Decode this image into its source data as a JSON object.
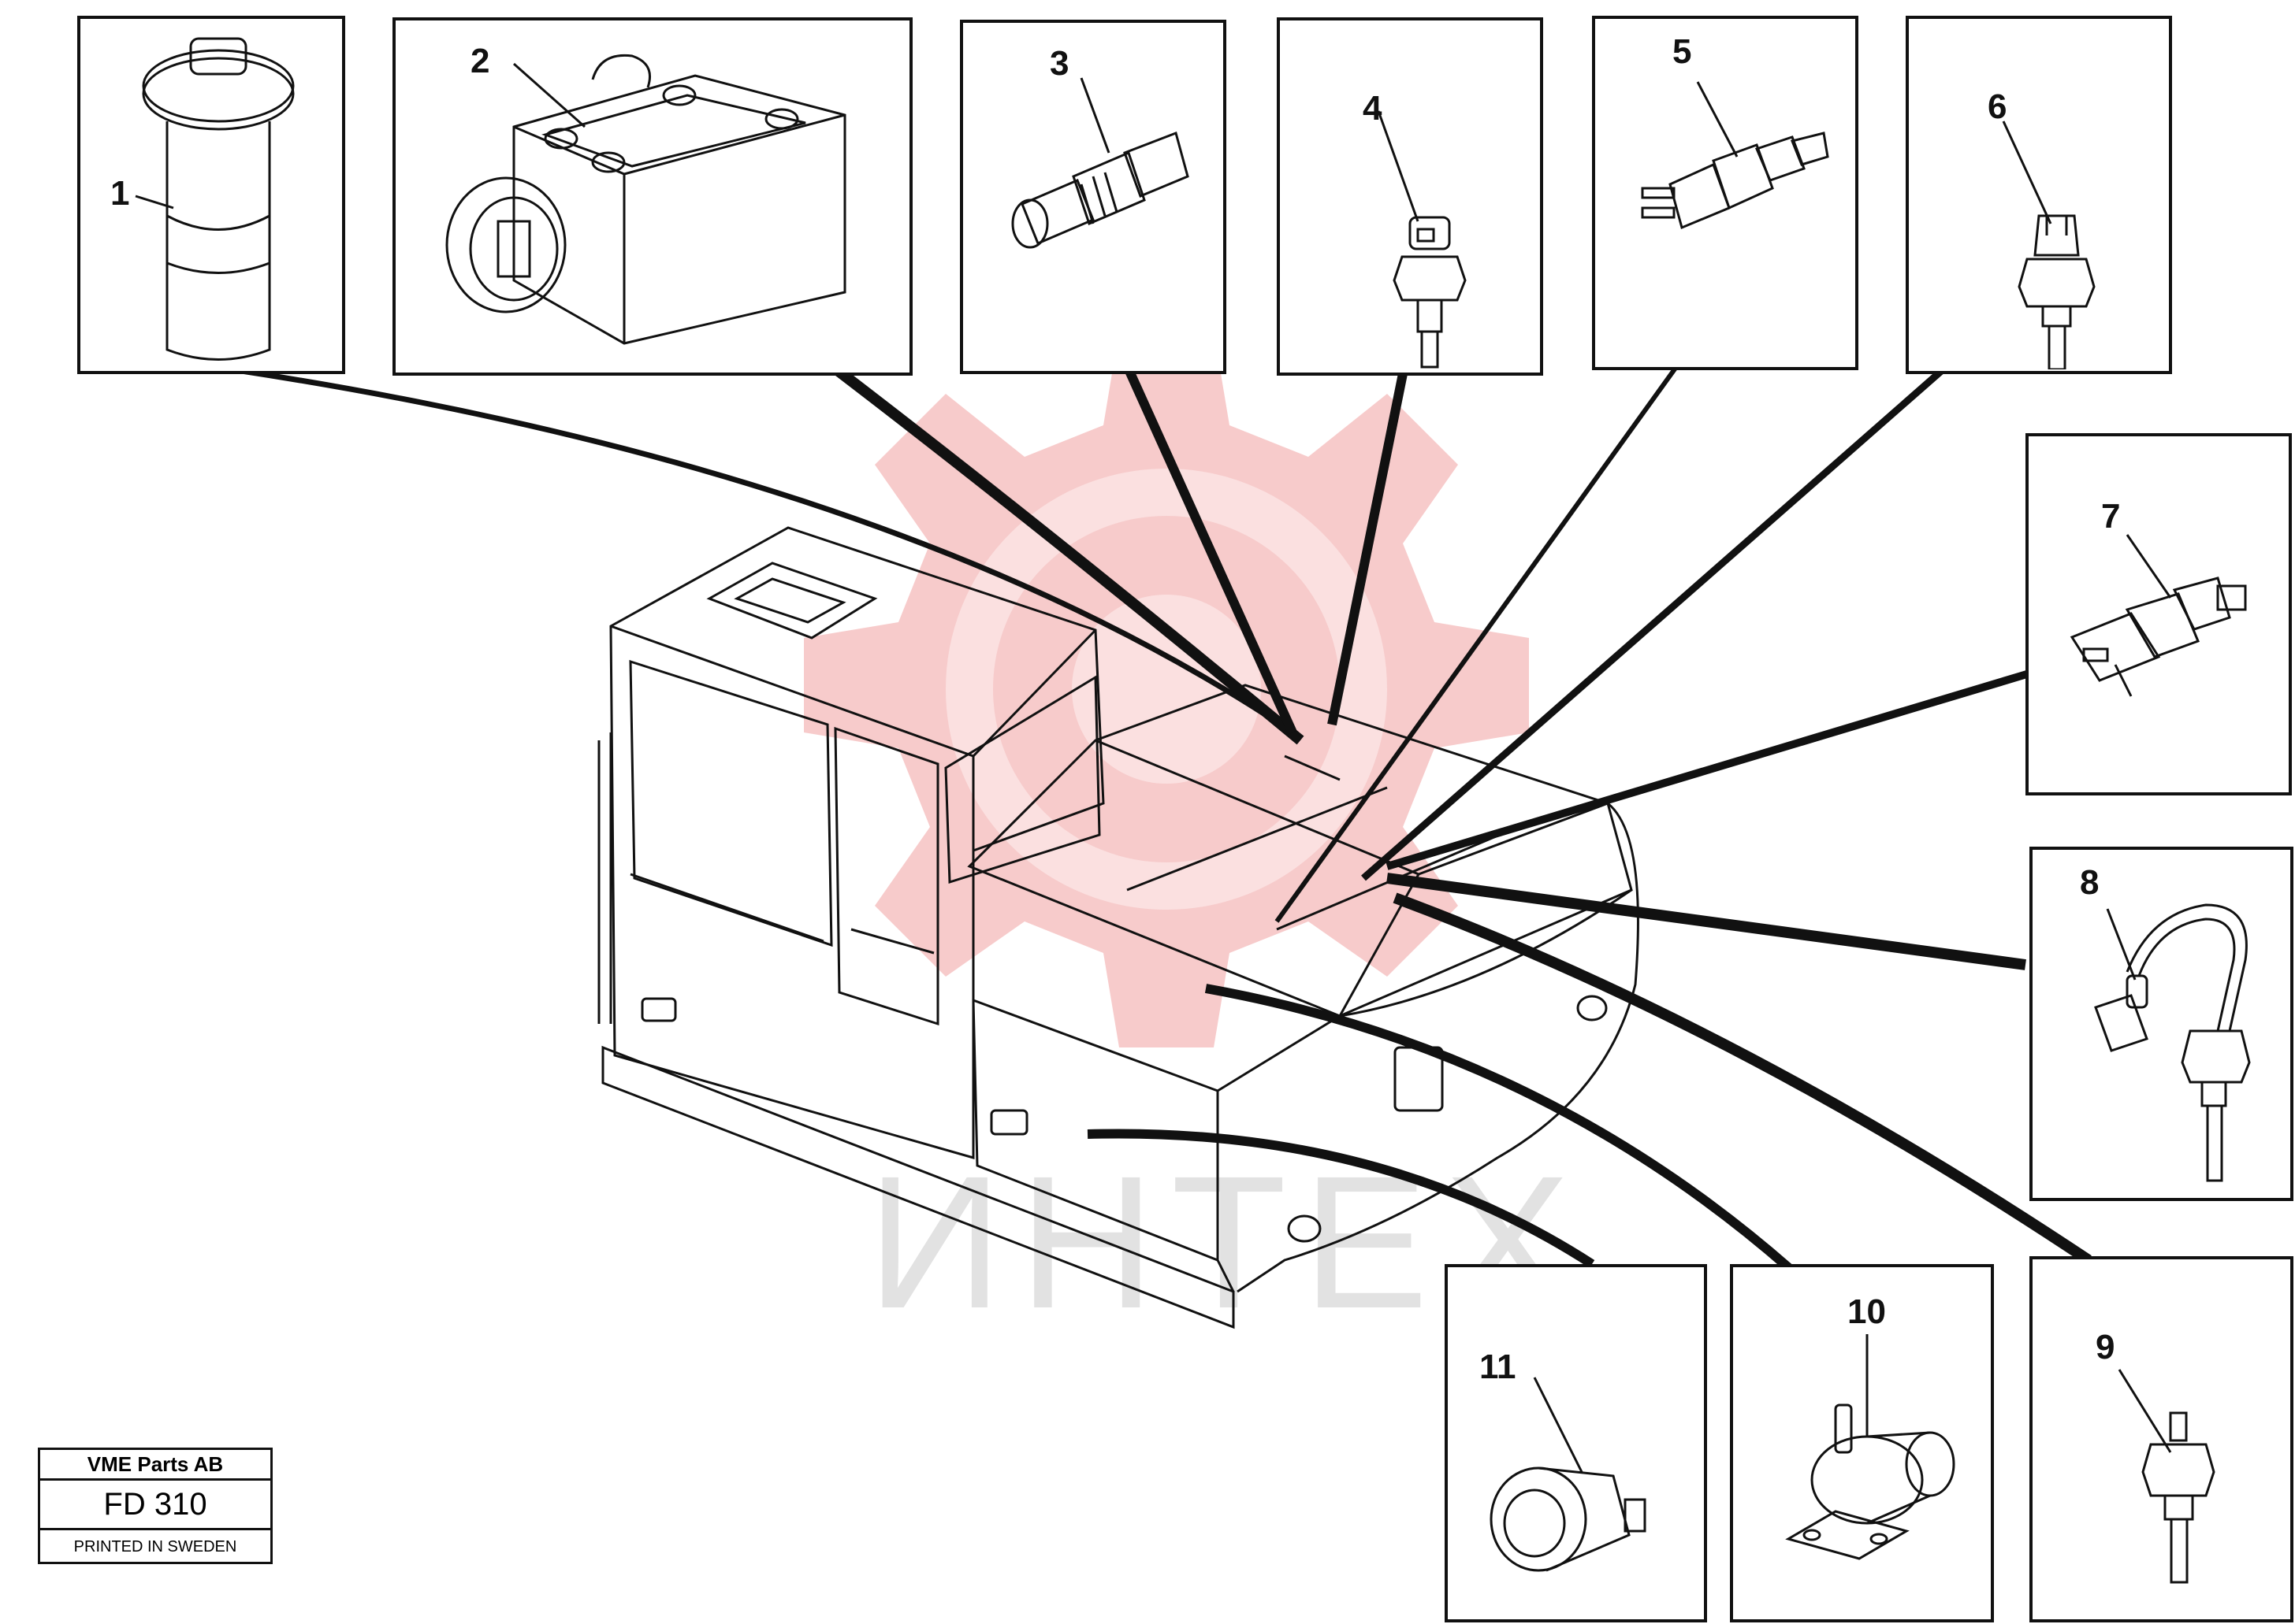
{
  "diagram": {
    "callouts": [
      "1",
      "2",
      "3",
      "4",
      "5",
      "6",
      "7",
      "8",
      "9",
      "10",
      "11"
    ],
    "watermark_text": "ИНТЕХ",
    "colors": {
      "line": "#111111",
      "watermark": "#f4b4b4",
      "watermark_text": "#dddddd",
      "background": "#ffffff"
    }
  },
  "title_block": {
    "company": "VME Parts AB",
    "drawing_number": "FD 310",
    "printed": "PRINTED IN SWEDEN"
  },
  "icons": {
    "part_1": "level-sensor-icon",
    "part_2": "solenoid-block-icon",
    "part_3": "pressure-switch-icon",
    "part_4": "temperature-sender-icon",
    "part_5": "pressure-sender-icon",
    "part_6": "temperature-sensor-icon",
    "part_7": "pressure-switch-connector-icon",
    "part_8": "temperature-sensor-cable-icon",
    "part_9": "temperature-sensor-icon",
    "part_10": "relay-valve-icon",
    "part_11": "relay-icon",
    "machine": "excavator-upper-structure-icon"
  }
}
